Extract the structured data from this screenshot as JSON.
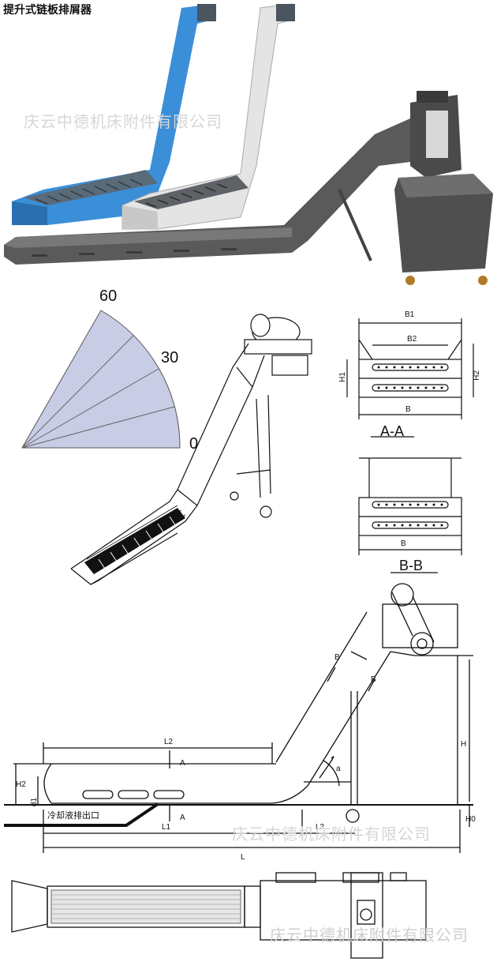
{
  "title": "提升式链板排屑器",
  "watermark": "庆云中德机床附件有限公司",
  "angle_labels": [
    "60",
    "30",
    "0"
  ],
  "section_aa": {
    "name": "A-A",
    "labels": [
      "B1",
      "B2",
      "B",
      "H1",
      "H2"
    ]
  },
  "section_bb": {
    "name": "B-B",
    "labels": [
      "B"
    ]
  },
  "side_view": {
    "labels": [
      "L2",
      "H2",
      "d1",
      "L1",
      "L3",
      "L",
      "H",
      "H0",
      "a",
      "A",
      "A",
      "B",
      "B"
    ],
    "outlet_label": "冷却液排出口"
  },
  "colors": {
    "blue": "#3a8fd8",
    "grey": "#d8d8d8",
    "dark": "#5a5a5a",
    "fan": "#c8cce4",
    "line": "#111111"
  }
}
